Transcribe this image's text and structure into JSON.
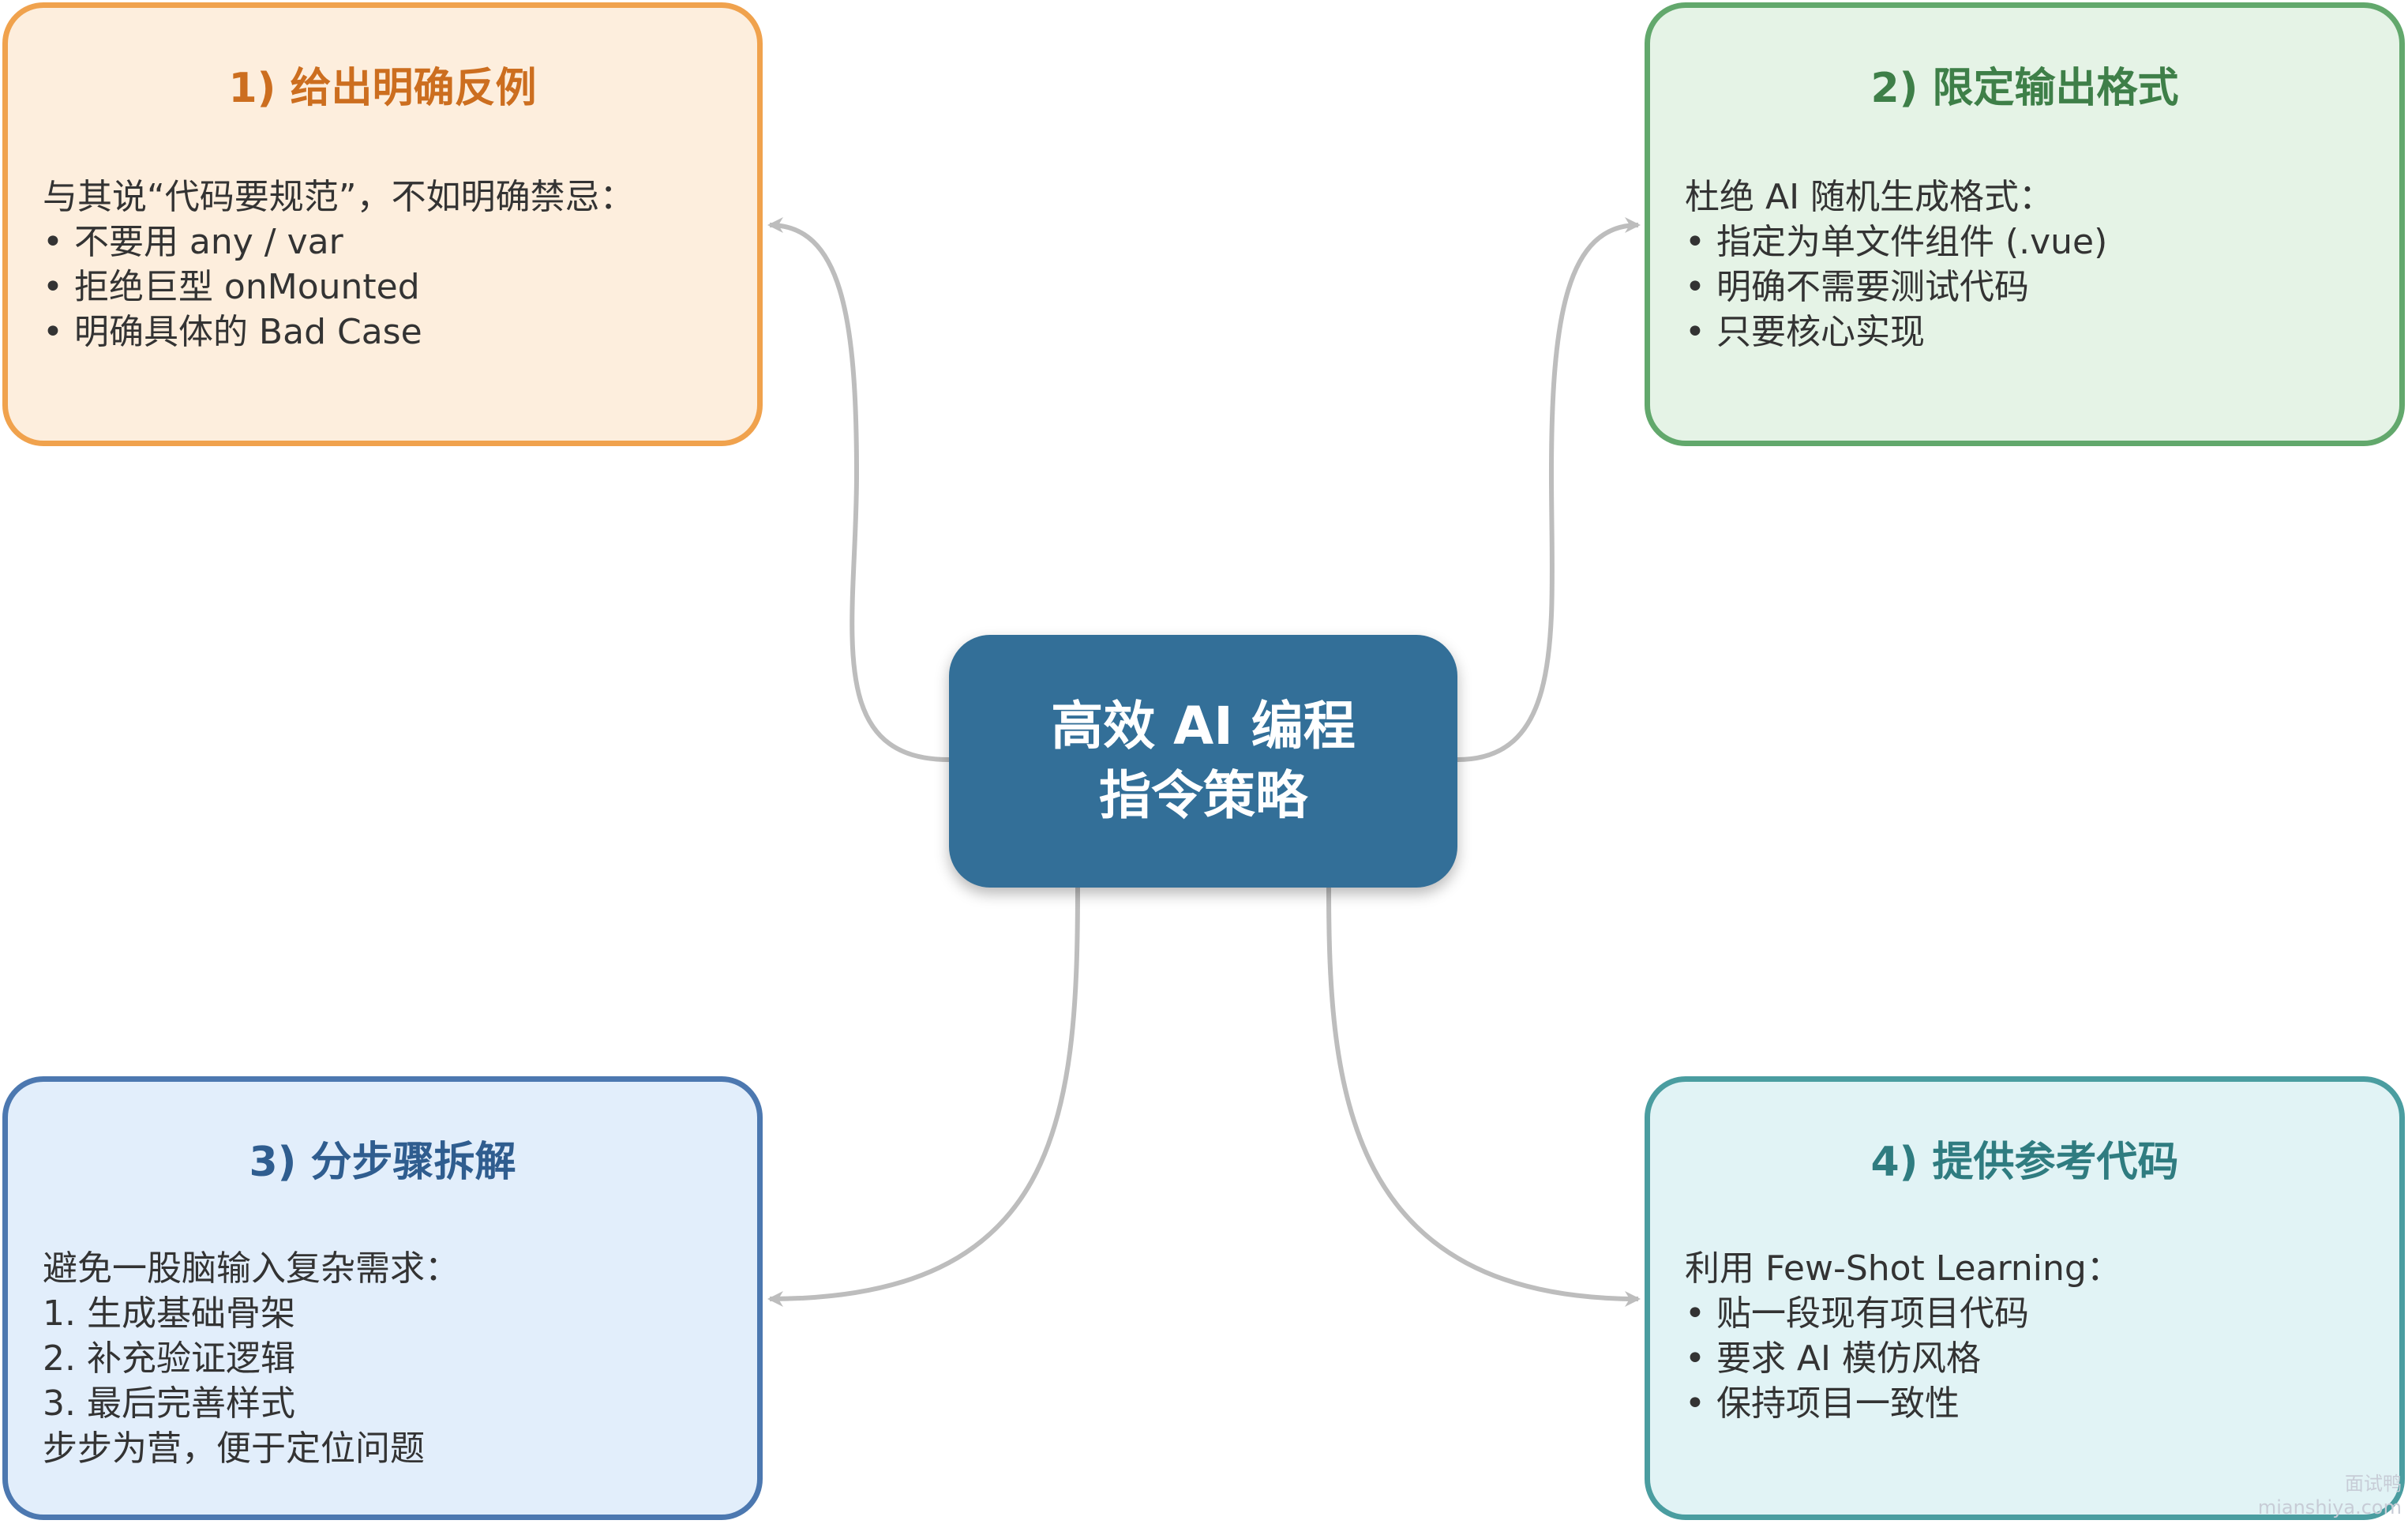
{
  "center": {
    "lines": [
      "高效 AI 编程",
      "指令策略"
    ],
    "fill": "#336f98"
  },
  "connector_color": "#bdbdbd",
  "boxes": [
    {
      "title": "1) 给出明确反例",
      "lines": [
        "与其说“代码要规范”，不如明确禁忌：",
        "• 不要用 any / var",
        "• 拒绝巨型 onMounted",
        "• 明确具体的 Bad Case"
      ],
      "border": "#f0a24d",
      "fill": "#fdeedd",
      "title_color": "#cc6e1f"
    },
    {
      "title": "2) 限定输出格式",
      "lines": [
        "杜绝 AI 随机生成格式：",
        "• 指定为单文件组件 (.vue)",
        "• 明确不需要测试代码",
        "• 只要核心实现"
      ],
      "border": "#62a86c",
      "fill": "#e5f3e6",
      "title_color": "#3e7f48"
    },
    {
      "title": "3) 分步骤拆解",
      "lines": [
        "避免一股脑输入复杂需求：",
        "1. 生成基础骨架",
        "2. 补充验证逻辑",
        "3. 最后完善样式",
        "步步为营，便于定位问题"
      ],
      "border": "#4c78b0",
      "fill": "#e2eefb",
      "title_color": "#2f5d8f"
    },
    {
      "title": "4) 提供参考代码",
      "lines": [
        "利用 Few-Shot Learning：",
        "• 贴一段现有项目代码",
        "• 要求 AI 模仿风格",
        "• 保持项目一致性"
      ],
      "border": "#4a9da0",
      "fill": "#e1f3f5",
      "title_color": "#2f7c80"
    }
  ],
  "watermark": [
    "面试鸭",
    "mianshiya.com"
  ]
}
